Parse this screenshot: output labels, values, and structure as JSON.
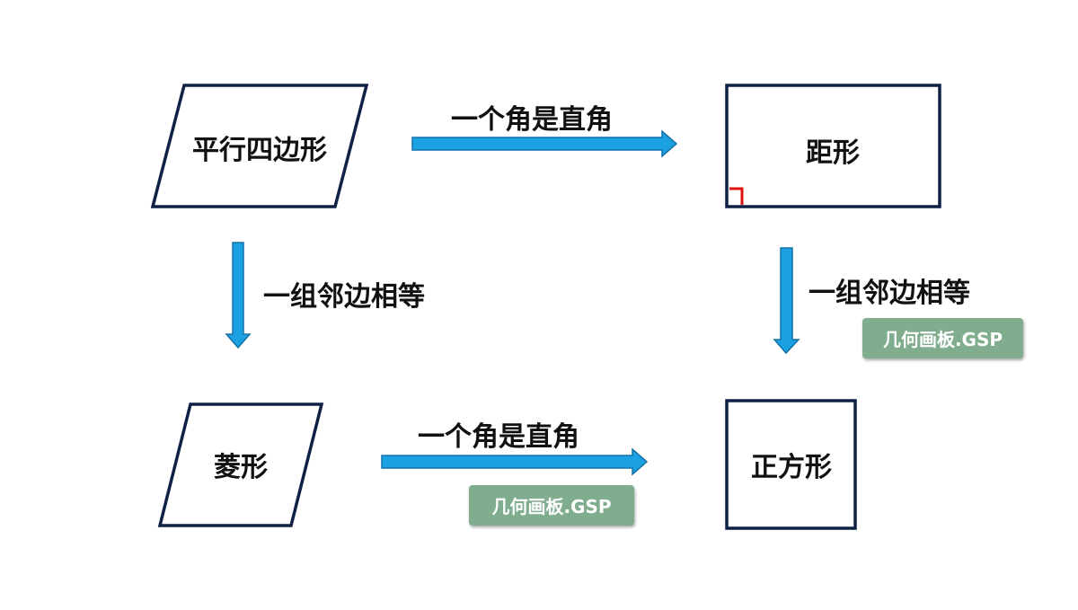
{
  "colors": {
    "shape_stroke": "#0f2145",
    "arrow_fill": "#1ba1e2",
    "arrow_stroke": "#1570a6",
    "right_angle_marker": "#e01010",
    "button_bg": "#7fad8e",
    "button_text": "#ffffff"
  },
  "shapes": {
    "parallelogram": "平行四边形",
    "rectangle": "距形",
    "rhombus": "菱形",
    "square": "正方形"
  },
  "arrows": {
    "parallelogram_to_rectangle": "一个角是直角",
    "parallelogram_to_rhombus": "一组邻边相等",
    "rectangle_to_square": "一组邻边相等",
    "rhombus_to_square": "一个角是直角"
  },
  "buttons": {
    "gsp_right": "几何画板.GSP",
    "gsp_bottom": "几何画板.GSP"
  }
}
